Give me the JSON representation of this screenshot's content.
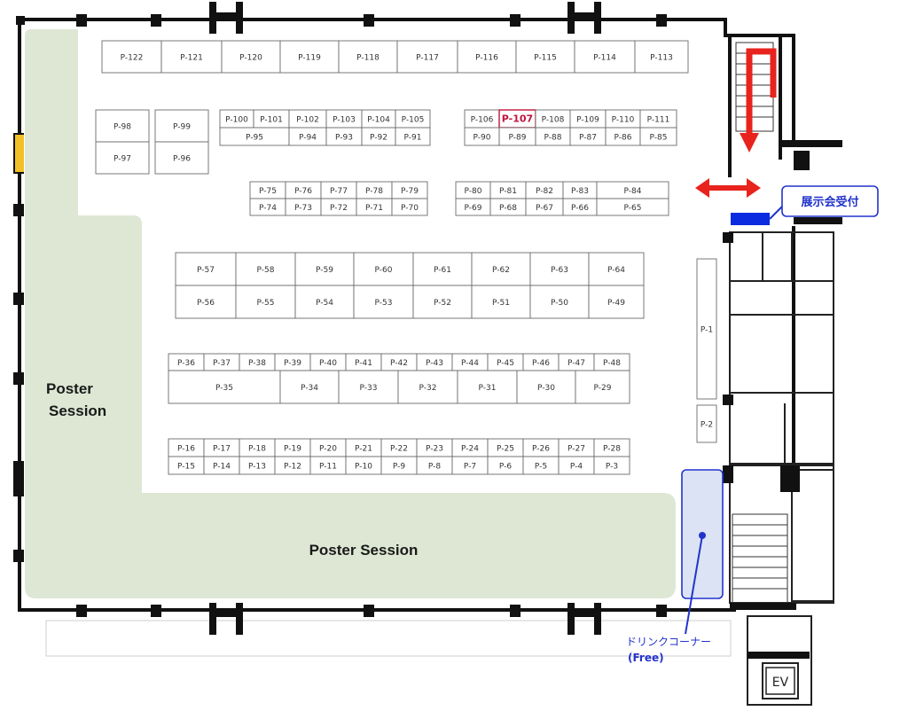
{
  "colors": {
    "poster_area": "#dde7d3",
    "highlight": "#c0143c",
    "arrow": "#e8231d",
    "accent_blue": "#2233cc",
    "drink_fill": "#dbe3f4",
    "reception_desk": "#0a2be0",
    "door": "#f2c027"
  },
  "labels": {
    "poster_left_line1": "Poster",
    "poster_left_line2": "Session",
    "poster_bottom": "Poster Session",
    "reception": "展示会受付",
    "drink_corner": "ドリンクコーナー",
    "drink_free": "(Free)",
    "elevator": "EV"
  },
  "highlighted_stall": "P-107",
  "stalls": [
    "P-122",
    "P-121",
    "P-120",
    "P-119",
    "P-118",
    "P-117",
    "P-116",
    "P-115",
    "P-114",
    "P-113",
    "P-98",
    "P-99",
    "P-97",
    "P-96",
    "P-100",
    "P-101",
    "P-102",
    "P-103",
    "P-104",
    "P-105",
    "P-95",
    "P-94",
    "P-93",
    "P-92",
    "P-91",
    "P-106",
    "P-107",
    "P-108",
    "P-109",
    "P-110",
    "P-111",
    "P-90",
    "P-89",
    "P-88",
    "P-87",
    "P-86",
    "P-85",
    "P-75",
    "P-76",
    "P-77",
    "P-78",
    "P-79",
    "P-74",
    "P-73",
    "P-72",
    "P-71",
    "P-70",
    "P-80",
    "P-81",
    "P-82",
    "P-83",
    "P-84",
    "P-69",
    "P-68",
    "P-67",
    "P-66",
    "P-65",
    "P-57",
    "P-58",
    "P-59",
    "P-60",
    "P-61",
    "P-62",
    "P-63",
    "P-64",
    "P-56",
    "P-55",
    "P-54",
    "P-53",
    "P-52",
    "P-51",
    "P-50",
    "P-49",
    "P-36",
    "P-37",
    "P-38",
    "P-39",
    "P-40",
    "P-41",
    "P-42",
    "P-43",
    "P-44",
    "P-45",
    "P-46",
    "P-47",
    "P-48",
    "P-35",
    "P-34",
    "P-33",
    "P-32",
    "P-31",
    "P-30",
    "P-29",
    "P-16",
    "P-17",
    "P-18",
    "P-19",
    "P-20",
    "P-21",
    "P-22",
    "P-23",
    "P-24",
    "P-25",
    "P-26",
    "P-27",
    "P-28",
    "P-15",
    "P-14",
    "P-13",
    "P-12",
    "P-11",
    "P-10",
    "P-9",
    "P-8",
    "P-7",
    "P-6",
    "P-5",
    "P-4",
    "P-3",
    "P-1",
    "P-2"
  ]
}
